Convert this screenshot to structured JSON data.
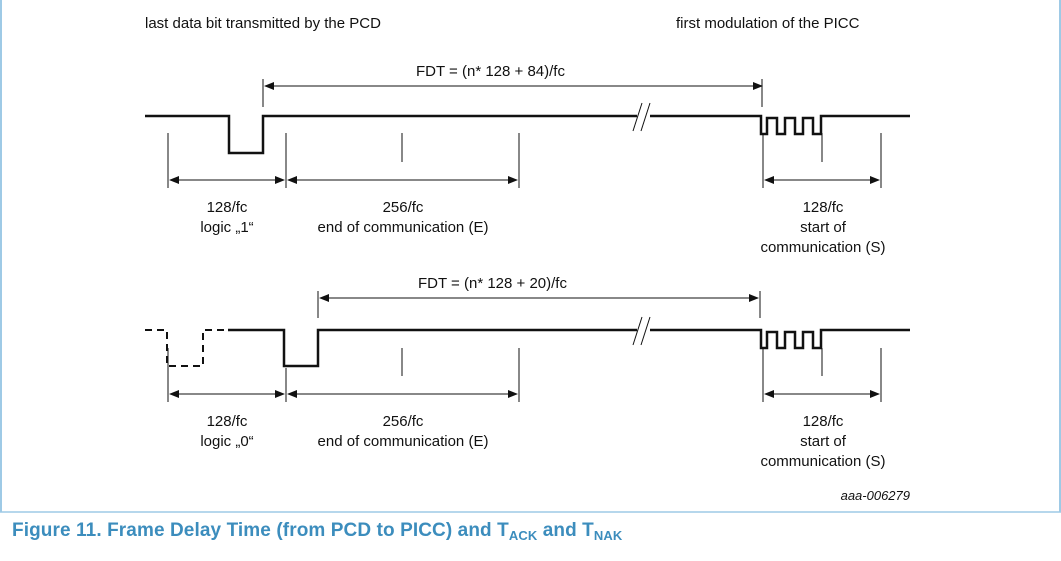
{
  "colors": {
    "frame": "#9ecae6",
    "caption": "#3c8dbd",
    "ink": "#111111"
  },
  "header": {
    "left_label": "last data bit transmitted by the PCD",
    "right_label": "first modulation of the PICC"
  },
  "timing_1": {
    "fdt": "FDT = (n* 128 + 84)/fc",
    "logic_time": "128/fc",
    "logic_label": "logic „1“",
    "end_time": "256/fc",
    "end_label": "end of communication (E)",
    "start_time": "128/fc",
    "start_label_1": "start of",
    "start_label_2": "communication (S)"
  },
  "timing_2": {
    "fdt": "FDT = (n* 128 + 20)/fc",
    "logic_time": "128/fc",
    "logic_label": "logic „0“",
    "end_time": "256/fc",
    "end_label": "end of communication (E)",
    "start_time": "128/fc",
    "start_label_1": "start of",
    "start_label_2": "communication (S)"
  },
  "figure_code": "aaa-006279",
  "caption": {
    "prefix": "Figure 11.  Frame Delay Time (from PCD to PICC) and T",
    "sub1": "ACK",
    "mid": " and T",
    "sub2": "NAK"
  }
}
